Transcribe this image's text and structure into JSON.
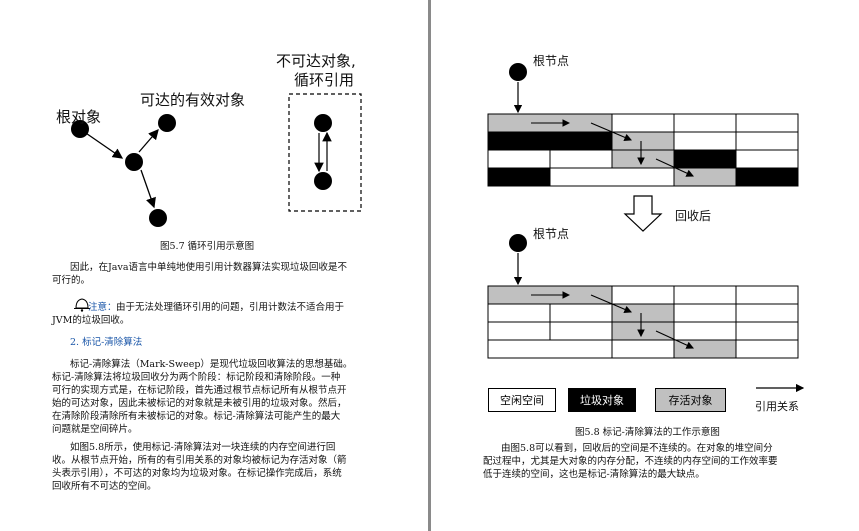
{
  "left": {
    "fig7": {
      "root_label": "根对象",
      "valid_label": "可达的有效对象",
      "unreachable_label": [
        "不可达对象,",
        "循环引用"
      ],
      "caption": "图5.7   循环引用示意图"
    },
    "para1": [
      "因此，在Java语言中单纯地使用引用计数器算法实现垃圾回收是不",
      "可行的。"
    ],
    "note": {
      "label": "注意：",
      "lines": [
        "由于无法处理循环引用的问题，引用计数法不适合用于",
        "JVM的垃圾回收。"
      ]
    },
    "section": "2.  标记-清除算法",
    "para2": [
      "标记-清除算法（Mark-Sweep）是现代垃圾回收算法的思想基础。",
      "标记-清除算法将垃圾回收分为两个阶段：标记阶段和清除阶段。一种",
      "可行的实现方式是，在标记阶段，首先通过根节点标记所有从根节点开",
      "始的可达对象，因此未被标记的对象就是未被引用的垃圾对象。然后，",
      "在清除阶段清除所有未被标记的对象。标记-清除算法可能产生的最大",
      "问题就是空间碎片。"
    ],
    "para3": [
      "如图5.8所示，使用标记-清除算法对一块连续的内存空间进行回",
      "收。从根节点开始，所有的有引用关系的对象均被标记为存活对象（箭",
      "头表示引用），不可达的对象均为垃圾对象。在标记操作完成后，系统",
      "回收所有不可达的空间。"
    ]
  },
  "right": {
    "fig8": {
      "root_label_top": "根节点",
      "arrow_label": "回收后",
      "root_label_bottom": "根节点",
      "legend": {
        "free": "空闲空间",
        "garbage": "垃圾对象",
        "live": "存活对象",
        "ref": "引用关系"
      },
      "colors": {
        "garbage": "#000000",
        "live": "#c0c0c0",
        "free": "#ffffff"
      },
      "caption": "图5.8   标记-清除算法的工作示意图"
    },
    "para": [
      "由图5.8可以看到，回收后的空间是不连续的。在对象的堆空间分",
      "配过程中，尤其是大对象的内存分配，不连续的内存空间的工作效率要",
      "低于连续的空间，这也是标记-清除算法的最大缺点。"
    ]
  }
}
